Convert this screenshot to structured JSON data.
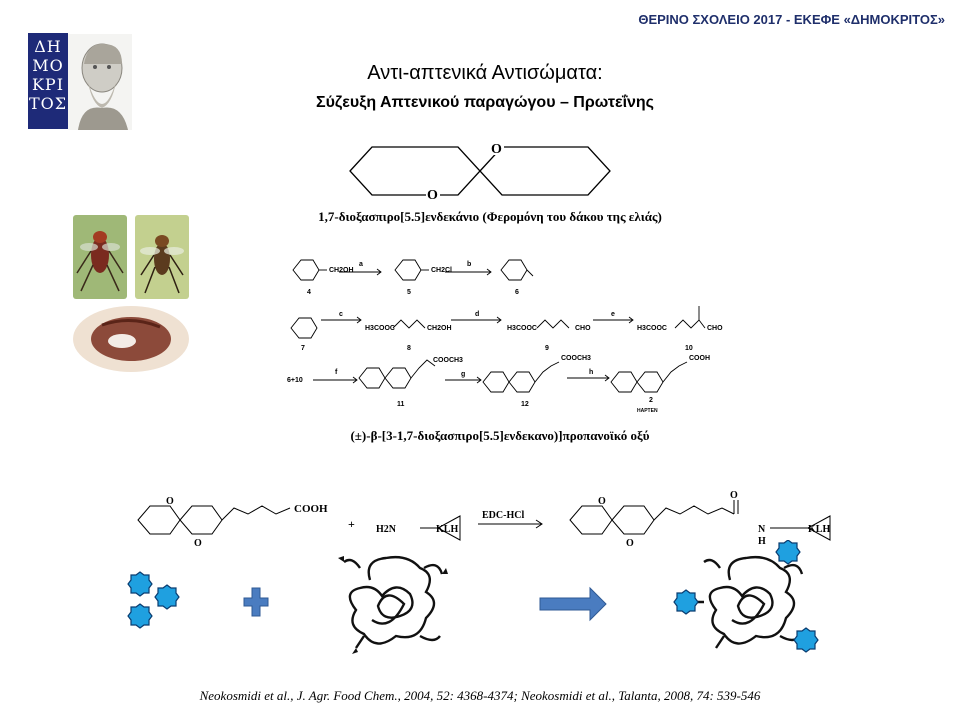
{
  "header": {
    "text": "ΘΕΡΙΝΟ ΣΧΟΛΕΙΟ 2017 - ΕΚΕΦΕ «ΔΗΜΟΚΡΙΤΟΣ»"
  },
  "logo": {
    "lines": [
      "ΔΗ",
      "ΜΟ",
      "ΚΡΙ",
      "ΤΟΣ"
    ]
  },
  "title": {
    "line1": "Αντι-απτενικά Αντισώματα:",
    "line2": "Σύζευξη Απτενικού παραγώγου – Πρωτεΐνης"
  },
  "pheromone": {
    "atom_o_top": "O",
    "atom_o_bottom": "O",
    "caption": "1,7-διοξασπιρο[5.5]ενδεκάνιο (Φερομόνη του δάκου της ελιάς)"
  },
  "synthesis": {
    "step_labels": [
      "a",
      "b",
      "c",
      "d",
      "e",
      "f",
      "g",
      "h"
    ],
    "compound_numbers": [
      "4",
      "5",
      "6",
      "7",
      "8",
      "9",
      "10",
      "11",
      "12",
      "2"
    ],
    "groups": [
      "CH2OH",
      "CH2Cl",
      "H3COOC",
      "CH2OH",
      "H3COOC",
      "CHO",
      "H3COOC",
      "CHO",
      "COOCH3",
      "COOCH3",
      "COOH"
    ],
    "mixture": "6+10",
    "hapten_label": "ΗΑΡΤΕΝ",
    "caption": "(±)-β-[3-1,7-διοξασπιρο[5.5]ενδεκανο)]προπανοϊκό οξύ"
  },
  "conjugation": {
    "cooh": "COOH",
    "plus": "+",
    "h2n": "H2N",
    "klh_left": "KLH",
    "reagent": "EDC-HCl",
    "carbonyl_o": "O",
    "amide_n": "N",
    "amide_h": "H",
    "klh_right": "KLH",
    "ring_o": "O"
  },
  "colors": {
    "header": "#1f2f6b",
    "logo_bg": "#1e2a78",
    "hapten_blue": "#1fa0e0",
    "arrow_blue": "#4a7cc0",
    "plus_blue": "#4a7cc0"
  },
  "citation": "Neokosmidi et al., J. Agr. Food Chem., 2004, 52: 4368-4374; Neokosmidi et al., Talanta, 2008, 74: 539-546"
}
